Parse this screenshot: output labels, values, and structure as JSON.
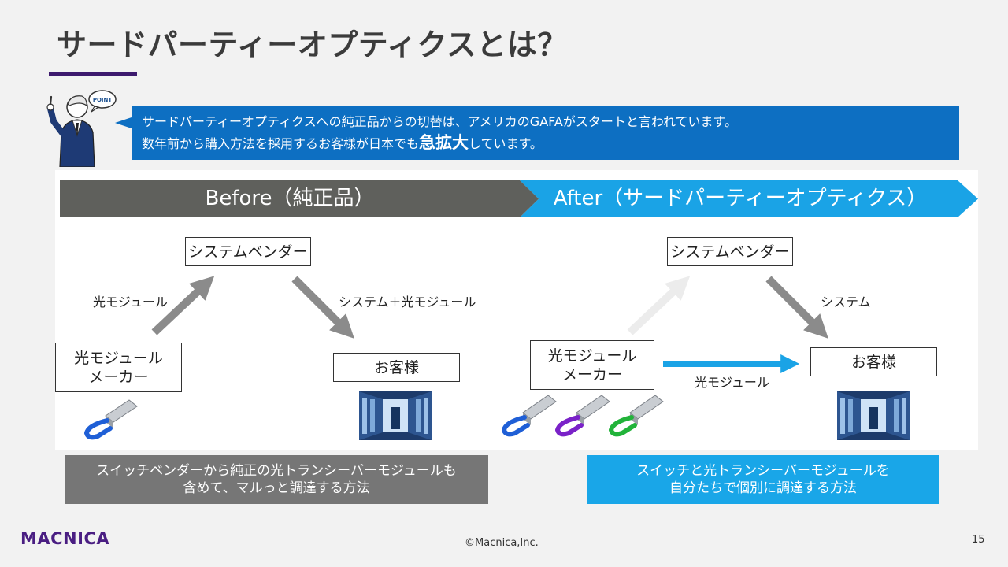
{
  "slide": {
    "title": "サードパーティーオプティクスとは？",
    "page_number": "15",
    "copyright": "©Macnica,Inc.",
    "logo_text": "MACNICA"
  },
  "callout": {
    "badge": "POINT",
    "line1": "サードパーティーオプティクスへの純正品からの切替は、アメリカのGAFAがスタートと言われています。",
    "line2_before": "数年前から購入方法を採用するお客様が日本でも",
    "line2_emphasis": "急拡大",
    "line2_after": "しています。"
  },
  "before": {
    "header": "Before（純正品）",
    "vendor": "システムベンダー",
    "maker_line1": "光モジュール",
    "maker_line2": "メーカー",
    "customer": "お客様",
    "edge_maker_vendor": "光モジュール",
    "edge_vendor_customer": "システム＋光モジュール",
    "caption_line1": "スイッチベンダーから純正の光トランシーバーモジュールも",
    "caption_line2": "含めて、マルっと調達する方法"
  },
  "after": {
    "header": "After（サードパーティーオプティクス）",
    "vendor": "システムベンダー",
    "maker_line1": "光モジュール",
    "maker_line2": "メーカー",
    "customer": "お客様",
    "edge_vendor_customer": "システム",
    "edge_maker_customer": "光モジュール",
    "caption_line1": "スイッチと光トランシーバーモジュールを",
    "caption_line2": "自分たちで個別に調達する方法"
  },
  "colors": {
    "before_band": "#5f605c",
    "after_band": "#1aa3e6",
    "callout": "#0d6fc2",
    "before_caption": "#767676",
    "after_caption": "#19a6e8",
    "accent_purple": "#3d1a6e",
    "blue_arrow": "#1aa3e6"
  },
  "icons": {
    "presenter": "presenter-pointing-icon",
    "transceiver": "optical-transceiver-icon",
    "server": "server-rack-photo-icon"
  }
}
